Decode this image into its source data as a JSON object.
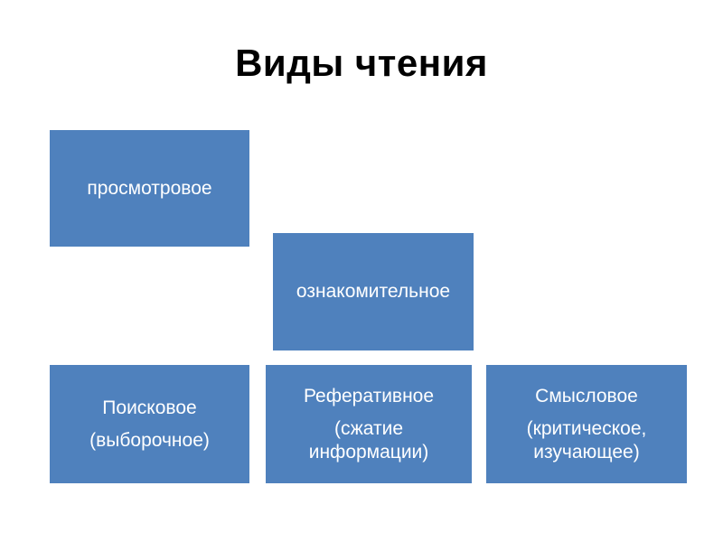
{
  "slide": {
    "title": "Виды чтения",
    "boxes": [
      {
        "label": "просмотровое"
      },
      {
        "label": "ознакомительное"
      },
      {
        "label": "Поисковое",
        "sub": "(выборочное)"
      },
      {
        "label": "Реферативное",
        "sub": "(сжатие информации)"
      },
      {
        "label": "Смысловое",
        "sub": "(критическое, изучающее)"
      }
    ],
    "colors": {
      "box_fill": "#4f81bd",
      "box_text": "#ffffff",
      "title_text": "#000000",
      "background": "#ffffff"
    }
  }
}
